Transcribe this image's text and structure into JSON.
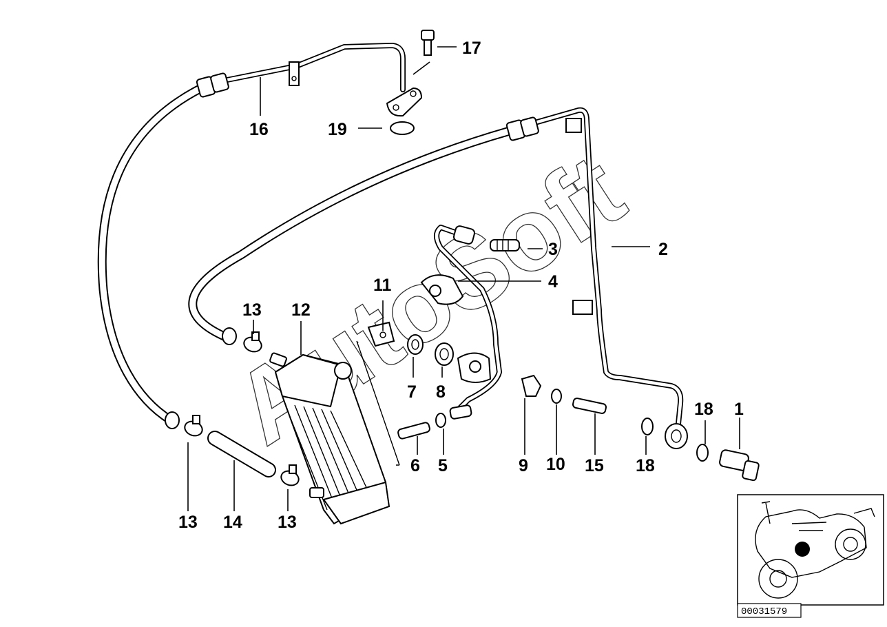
{
  "diagram": {
    "watermark": "AutoSoft",
    "reference_number": "00031579",
    "callouts": [
      {
        "id": "c1",
        "label": "1"
      },
      {
        "id": "c2",
        "label": "2"
      },
      {
        "id": "c3",
        "label": "3"
      },
      {
        "id": "c4",
        "label": "4"
      },
      {
        "id": "c5",
        "label": "5"
      },
      {
        "id": "c6",
        "label": "6"
      },
      {
        "id": "c7",
        "label": "7"
      },
      {
        "id": "c8",
        "label": "8"
      },
      {
        "id": "c9",
        "label": "9"
      },
      {
        "id": "c10",
        "label": "10"
      },
      {
        "id": "c11",
        "label": "11"
      },
      {
        "id": "c12",
        "label": "12"
      },
      {
        "id": "c13a",
        "label": "13"
      },
      {
        "id": "c13b",
        "label": "13"
      },
      {
        "id": "c13c",
        "label": "13"
      },
      {
        "id": "c14",
        "label": "14"
      },
      {
        "id": "c15",
        "label": "15"
      },
      {
        "id": "c16",
        "label": "16"
      },
      {
        "id": "c17",
        "label": "17"
      },
      {
        "id": "c18a",
        "label": "18"
      },
      {
        "id": "c18b",
        "label": "18"
      },
      {
        "id": "c19",
        "label": "19"
      }
    ]
  }
}
